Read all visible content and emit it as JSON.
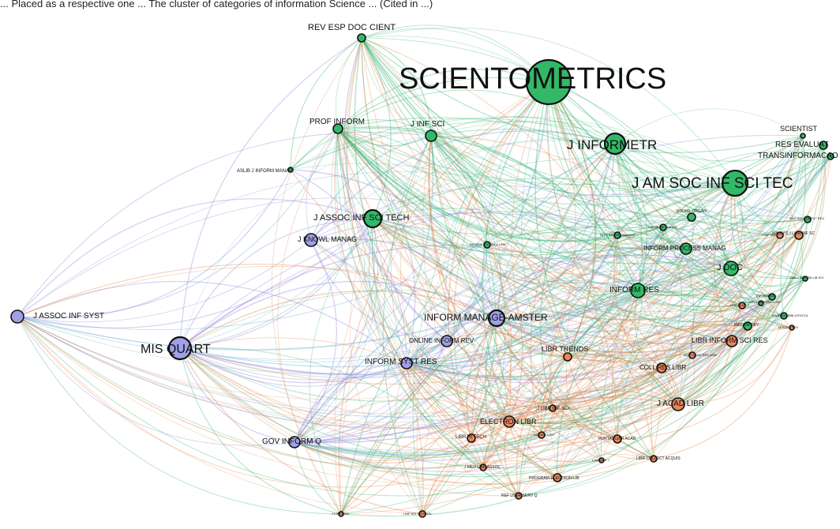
{
  "caption": "... Placed as a respective one ... The cluster of categories of information Science ... (Cited in ...)",
  "colors": {
    "green_cluster": "#33b868",
    "purple_cluster": "#9fa0e8",
    "orange_cluster": "#e9845a",
    "edge_green": "#2fb36e",
    "edge_orange": "#e07a3c",
    "edge_purple": "#8f7fd8",
    "edge_blue": "#5aa6c6",
    "highlight_label": "#cc2222"
  },
  "nodes": [
    {
      "id": "scientometrics",
      "label": "SCIENTOMETRICS",
      "cluster": "green"
    },
    {
      "id": "rev_esp",
      "label": "REV ESP DOC CIENT",
      "cluster": "green",
      "label_color": "red"
    },
    {
      "id": "j_informetr",
      "label": "J INFORMETR",
      "cluster": "green"
    },
    {
      "id": "j_am_soc",
      "label": "J AM SOC INF SCI TEC",
      "cluster": "green"
    },
    {
      "id": "prof_inform",
      "label": "PROF INFORM",
      "cluster": "green"
    },
    {
      "id": "j_inf_sci",
      "label": "J INF SCI",
      "cluster": "green"
    },
    {
      "id": "aslib",
      "label": "ASLIB J INFORM MANAG",
      "cluster": "green"
    },
    {
      "id": "scientist",
      "label": "SCIENTIST",
      "cluster": "green"
    },
    {
      "id": "res_evaluat",
      "label": "RES EVALUAT",
      "cluster": "green"
    },
    {
      "id": "transinform",
      "label": "TRANSINFORMACAO",
      "cluster": "green"
    },
    {
      "id": "j_assoc_inf_sci",
      "label": "J ASSOC INF SCI TECH",
      "cluster": "green"
    },
    {
      "id": "inform_process",
      "label": "INFORM PROCESS MANAG",
      "cluster": "green"
    },
    {
      "id": "j_doc",
      "label": "J DOC",
      "cluster": "green"
    },
    {
      "id": "inform_res",
      "label": "INFORM RES",
      "cluster": "green"
    },
    {
      "id": "j_knowl_manag",
      "label": "J KNOWL MANAG",
      "cluster": "purple"
    },
    {
      "id": "j_assoc_inf_syst",
      "label": "J ASSOC INF SYST",
      "cluster": "purple"
    },
    {
      "id": "mis_quart",
      "label": "MIS QUART",
      "cluster": "purple"
    },
    {
      "id": "inform_manage",
      "label": "INFORM MANAGE-AMSTER",
      "cluster": "purple"
    },
    {
      "id": "online_inform",
      "label": "ONLINE INFORM REV",
      "cluster": "purple"
    },
    {
      "id": "inform_syst_res",
      "label": "INFORM SYST RES",
      "cluster": "purple"
    },
    {
      "id": "gov_inform_q",
      "label": "GOV INFORM Q",
      "cluster": "purple"
    },
    {
      "id": "libr_trends",
      "label": "LIBR TRENDS",
      "cluster": "orange"
    },
    {
      "id": "libr_inform_sci_res",
      "label": "LIBR INFORM SCI RES",
      "cluster": "orange"
    },
    {
      "id": "coll_res_libr",
      "label": "COLL RES LIBR",
      "cluster": "orange"
    },
    {
      "id": "j_acad_libr",
      "label": "J ACAD LIBR",
      "cluster": "orange"
    },
    {
      "id": "electron_libr",
      "label": "ELECTRON LIBR",
      "cluster": "orange"
    },
    {
      "id": "j_libr_inf_sci",
      "label": "J LIBR INF SCI",
      "cluster": "orange"
    },
    {
      "id": "libr_hi_tech",
      "label": "LIBR HI TECH",
      "cluster": "orange"
    },
    {
      "id": "portal_libr",
      "label": "PORTAL-LIBR ACAD",
      "cluster": "orange"
    },
    {
      "id": "j_med_libr",
      "label": "J MED LIBR ASSOC",
      "cluster": "orange"
    },
    {
      "id": "program",
      "label": "PROGRAM-ELECTRON LIB",
      "cluster": "orange"
    },
    {
      "id": "ref_user",
      "label": "REF USER SERV Q",
      "cluster": "orange"
    },
    {
      "id": "libr_coll",
      "label": "LIBR COLLECT ACQUIS",
      "cluster": "orange"
    },
    {
      "id": "sm1",
      "label": "KNOWL ORGAN",
      "cluster": "green"
    },
    {
      "id": "sm2",
      "label": "J GLOB INF MANAG",
      "cluster": "green"
    },
    {
      "id": "sm3",
      "label": "INT J INFORM MANAGE",
      "cluster": "green"
    },
    {
      "id": "sm4",
      "label": "INFORM TECHNOL LIBR",
      "cluster": "green"
    },
    {
      "id": "sm5",
      "label": "SOC SCI COMPUT REV",
      "cluster": "green"
    },
    {
      "id": "sm6",
      "label": "MALAYS J LIBR INF SC",
      "cluster": "orange"
    },
    {
      "id": "sm7",
      "label": "INFORM SOC",
      "cluster": "green"
    },
    {
      "id": "sm8",
      "label": "LIBR QUART",
      "cluster": "orange"
    },
    {
      "id": "sm9",
      "label": "INVESTIG BIBLIOTECOL",
      "cluster": "green"
    },
    {
      "id": "sm10",
      "label": "INFORM DEV",
      "cluster": "green"
    },
    {
      "id": "sm11",
      "label": "AFR J LIBR ARCH INF",
      "cluster": "green"
    },
    {
      "id": "sm12",
      "label": "CAN J INFORM LIB SCI",
      "cluster": "green"
    },
    {
      "id": "sm13",
      "label": "AUST ACAD RES LIBR",
      "cluster": "orange"
    },
    {
      "id": "sm14",
      "label": "INFORM CULT",
      "cluster": "orange"
    },
    {
      "id": "sm15",
      "label": "J INF SCI TECHNOL",
      "cluster": "orange"
    },
    {
      "id": "sm16",
      "label": "J LIBR ADM",
      "cluster": "orange"
    },
    {
      "id": "sm17",
      "label": "SERIALS REV",
      "cluster": "orange"
    },
    {
      "id": "sm18",
      "label": "LAW LIBR J",
      "cluster": "orange"
    },
    {
      "id": "sm19",
      "label": "J INF SCI",
      "cluster": "orange"
    }
  ]
}
